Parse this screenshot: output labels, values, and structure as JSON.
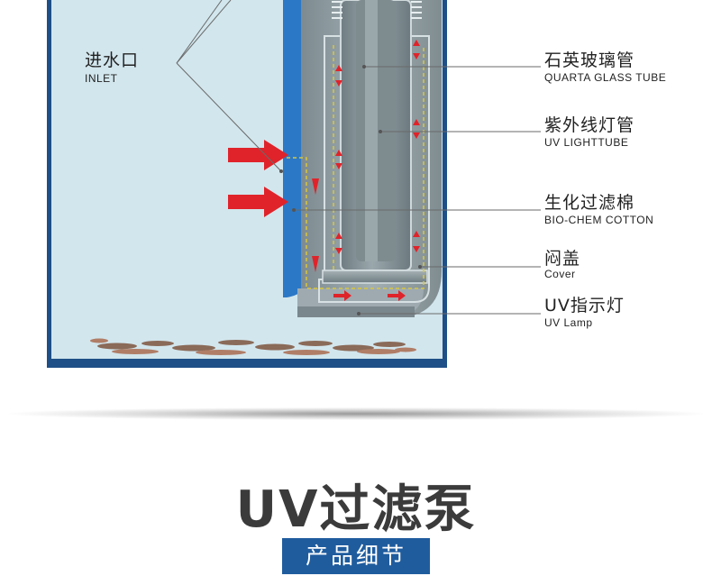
{
  "labels": {
    "inlet": {
      "cn": "进水口",
      "en": "INLET"
    },
    "quartz": {
      "cn": "石英玻璃管",
      "en": "QUARTA GLASS TUBE"
    },
    "uv_tube": {
      "cn": "紫外线灯管",
      "en": "UV LIGHTTUBE"
    },
    "cotton": {
      "cn": "生化过滤棉",
      "en": "BIO-CHEM COTTON"
    },
    "cover": {
      "cn": "闷盖",
      "en": "Cover"
    },
    "uv_lamp": {
      "cn": "UV指示灯",
      "en": "UV Lamp"
    }
  },
  "title": "UV过滤泵",
  "subtitle": "产品细节",
  "colors": {
    "water": "#d2e6ed",
    "frame": "#1e4f86",
    "panel": "#2b78c6",
    "body": "#8c9a9e",
    "arrow": "#e0232a",
    "badge": "#1f5c9e"
  }
}
